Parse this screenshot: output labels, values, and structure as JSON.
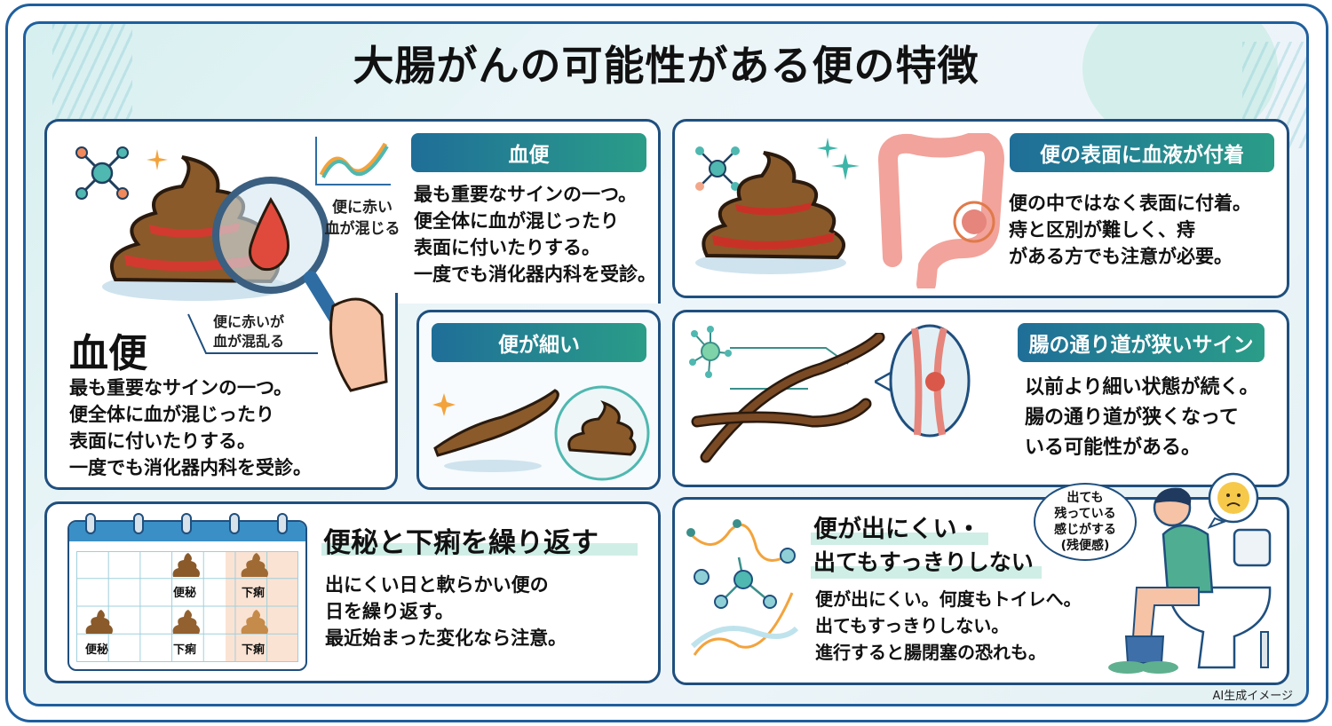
{
  "title": "大腸がんの可能性がある便の特徴",
  "colors": {
    "border": "#1f4f7e",
    "badge_start": "#1f6e98",
    "badge_end": "#2a9d88",
    "stool": "#8a5a2b",
    "blood": "#d23a2f",
    "accent_orange": "#f3a33c",
    "accent_teal": "#4fb8b0"
  },
  "cards": {
    "bloody_stool": {
      "badge": "血便",
      "body": "最も重要なサインの一つ。\n便全体に血が混じったり\n表面に付いたりする。\n一度でも消化器内科を受診。",
      "chart_note": "便に赤い\n血が混じる",
      "big_label": "血便",
      "callout": "便に赤いが\n血が混乱る",
      "body2": "最も重要なサインの一つ。\n便全体に血が混じったり\n表面に付いたりする。\n一度でも消化器内科を受診。"
    },
    "surface_blood": {
      "badge": "便の表面に血液が付着",
      "body": "便の中ではなく表面に付着。\n痔と区別が難しく、痔\nがある方でも注意が必要。"
    },
    "thin_stool": {
      "badge": "便が細い"
    },
    "narrow_passage": {
      "badge": "腸の通り道が狭いサイン",
      "body": "以前より細い状態が続く。\n腸の通り道が狭くなって\nいる可能性がある。"
    },
    "alternating": {
      "heading": "便秘と下痢を繰り返す",
      "body": "出にくい日と軟らかい便の\n日を繰り返す。\n最近始まった変化なら注意。",
      "calendar_labels": [
        {
          "text": "便秘",
          "col": 3,
          "row": 1
        },
        {
          "text": "下痢",
          "col": 5,
          "row": 1
        },
        {
          "text": "便秘",
          "col": 0,
          "row": 2
        },
        {
          "text": "下痢",
          "col": 3,
          "row": 2
        },
        {
          "text": "下痢",
          "col": 5,
          "row": 2
        }
      ]
    },
    "incomplete": {
      "heading_line1": "便が出にくい・",
      "heading_line2": "出てもすっきりしない",
      "body": "便が出にくい。何度もトイレへ。\n出てもすっきりしない。\n進行すると腸閉塞の恐れも。",
      "speech": "出ても\n残っている\n感じがする\n(残便感)"
    }
  },
  "footer": {
    "ai_label": "AI生成イメージ"
  }
}
